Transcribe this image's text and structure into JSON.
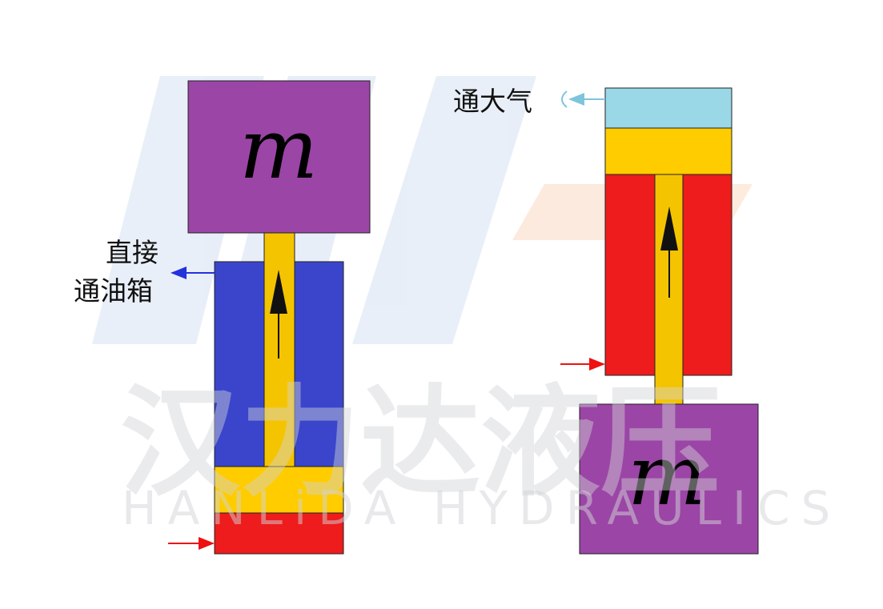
{
  "watermark": {
    "cn": "汉力达液压",
    "en": "HANLiDA HYDRAULICS"
  },
  "left_cylinder": {
    "mass_label": "m",
    "port_label_line1": "直接",
    "port_label_line2": "通油箱",
    "colors": {
      "mass": "#9b45a6",
      "rod": "#f5c400",
      "rod_chamber": "#3a45cc",
      "piston": "#ffcc00",
      "cap_chamber": "#ee1c1c",
      "drain_arrow": "#2233dd",
      "inlet_arrow": "#ee1111"
    }
  },
  "right_cylinder": {
    "mass_label": "m",
    "vent_label": "通大气",
    "colors": {
      "mass": "#9b45a6",
      "rod": "#f5c400",
      "vent_chamber": "#9ad8e8",
      "piston": "#ffcc00",
      "pressure_chamber": "#ee1c1c",
      "vent_arrow": "#7fc4dd",
      "inlet_arrow": "#ee1111"
    }
  }
}
